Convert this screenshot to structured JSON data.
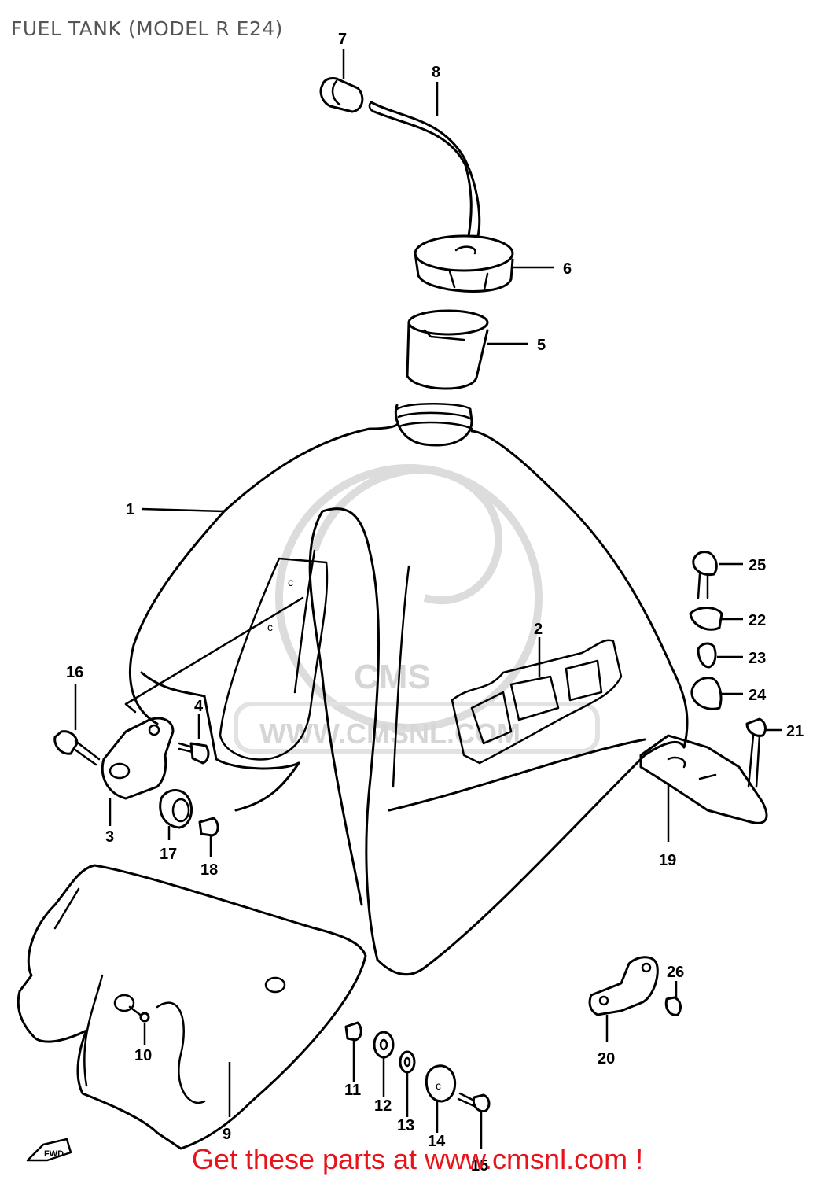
{
  "title": "FUEL TANK (MODEL R E24)",
  "footer": "Get these parts at www.cmsnl.com !",
  "footer_color": "#e8141c",
  "watermark": {
    "brand": "CMS",
    "url": "WWW.CMSNL.COM"
  },
  "fwd_label": "FWD",
  "callouts": {
    "p1": "1",
    "p2": "2",
    "p3": "3",
    "p4": "4",
    "p5": "5",
    "p6": "6",
    "p7": "7",
    "p8": "8",
    "p9": "9",
    "p10": "10",
    "p11": "11",
    "p12": "12",
    "p13": "13",
    "p14": "14",
    "p15": "15",
    "p16": "16",
    "p17": "17",
    "p18": "18",
    "p19": "19",
    "p20": "20",
    "p21": "21",
    "p22": "22",
    "p23": "23",
    "p24": "24",
    "p25": "25",
    "p26": "26"
  }
}
